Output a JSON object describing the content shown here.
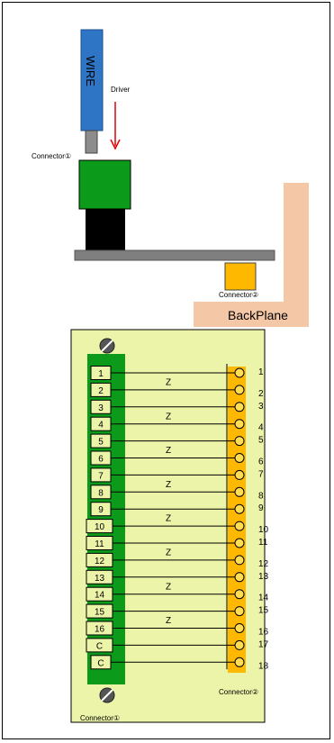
{
  "top_diagram": {
    "wire_label": "WIRE",
    "driver_label": "Driver",
    "connector1_label": "Connector①",
    "connector2_label": "Connector②",
    "backplane_label": "BackPlane"
  },
  "terminal_block": {
    "left_labels": [
      "1",
      "2",
      "3",
      "4",
      "5",
      "6",
      "7",
      "8",
      "9",
      "10",
      "11",
      "12",
      "13",
      "14",
      "15",
      "16",
      "C",
      "C"
    ],
    "right_labels": [
      "1",
      "2",
      "3",
      "4",
      "5",
      "6",
      "7",
      "8",
      "9",
      "10",
      "11",
      "12",
      "13",
      "14",
      "15",
      "16",
      "17",
      "18"
    ],
    "pair_mark": "Z",
    "connector1_label": "Connector①",
    "connector2_label": "Connector②"
  },
  "colors": {
    "wire": "#2e75c6",
    "connector_green": "#0c9a1a",
    "board_gray": "#7f7f7f",
    "connector_orange": "#ffb800",
    "backplane": "#f4c7a6",
    "panel_bg": "#ebf4a8",
    "driver_arrow": "#e00000"
  }
}
